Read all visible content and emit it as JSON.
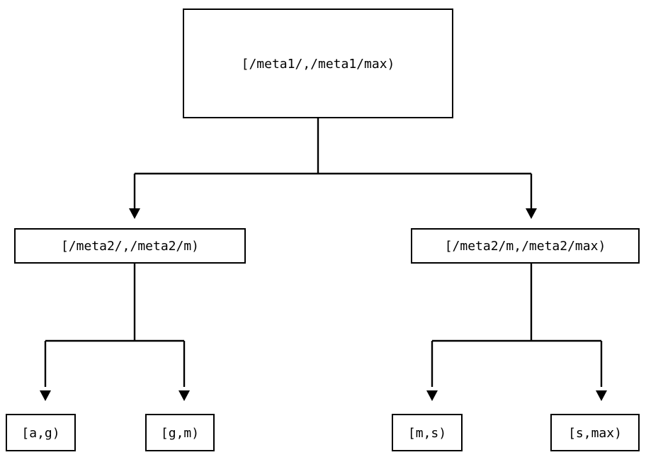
{
  "diagram": {
    "type": "tree",
    "orientation": "top-down",
    "background_color": "#ffffff",
    "stroke_color": "#000000",
    "text_color": "#000000",
    "nodes": {
      "root": {
        "label": "[/meta1/,/meta1/max)"
      },
      "mid_left": {
        "label": "[/meta2/,/meta2/m)"
      },
      "mid_right": {
        "label": "[/meta2/m,/meta2/max)"
      },
      "leaf_ag": {
        "label": "[a,g)"
      },
      "leaf_gm": {
        "label": "[g,m)"
      },
      "leaf_ms": {
        "label": "[m,s)"
      },
      "leaf_smax": {
        "label": "[s,max)"
      }
    },
    "edges": [
      {
        "from": "root",
        "to": "mid_left",
        "arrow": "triangle-down"
      },
      {
        "from": "root",
        "to": "mid_right",
        "arrow": "triangle-down"
      },
      {
        "from": "mid_left",
        "to": "leaf_ag",
        "arrow": "triangle-down"
      },
      {
        "from": "mid_left",
        "to": "leaf_gm",
        "arrow": "triangle-down"
      },
      {
        "from": "mid_right",
        "to": "leaf_ms",
        "arrow": "triangle-down"
      },
      {
        "from": "mid_right",
        "to": "leaf_smax",
        "arrow": "triangle-down"
      }
    ]
  }
}
